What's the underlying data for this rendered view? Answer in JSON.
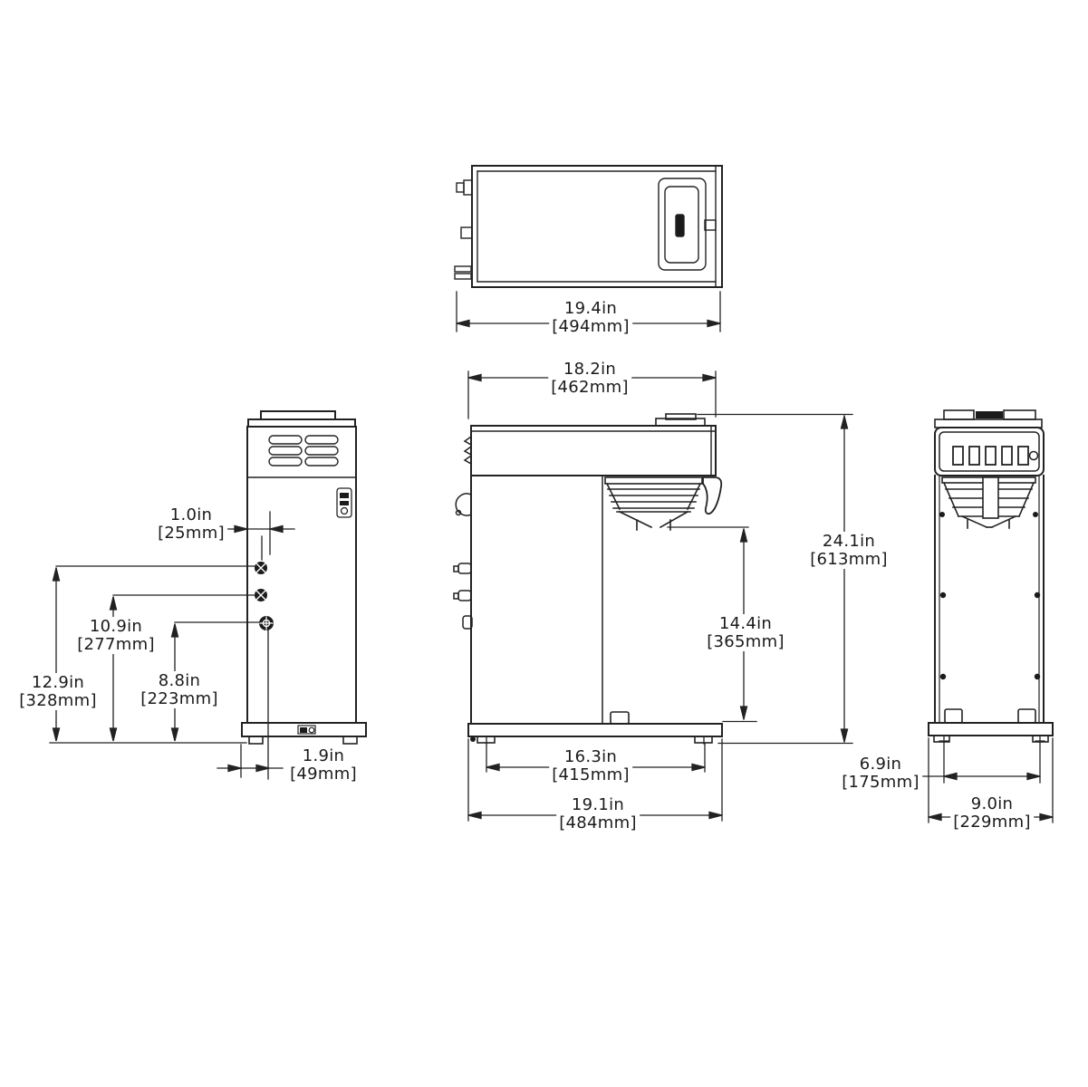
{
  "drawing": {
    "type": "technical-dimension-drawing",
    "subject": "pourover coffee brewer, four orthographic views",
    "ink_color": "#222222",
    "background_color": "#ffffff"
  },
  "dims": {
    "overall_depth_top": {
      "in": "19.4in",
      "mm": "[494mm]"
    },
    "body_depth": {
      "in": "18.2in",
      "mm": "[462mm]"
    },
    "overall_height": {
      "in": "24.1in",
      "mm": "[613mm]"
    },
    "funnel_clearance": {
      "in": "14.4in",
      "mm": "[365mm]"
    },
    "foot_span_depth": {
      "in": "16.3in",
      "mm": "[415mm]"
    },
    "base_depth": {
      "in": "19.1in",
      "mm": "[484mm]"
    },
    "foot_span_width": {
      "in": "6.9in",
      "mm": "[175mm]"
    },
    "base_width": {
      "in": "9.0in",
      "mm": "[229mm]"
    },
    "inlet_offset": {
      "in": "1.0in",
      "mm": "[25mm]"
    },
    "cord_offset": {
      "in": "1.9in",
      "mm": "[49mm]"
    },
    "inlet_height_upper": {
      "in": "12.9in",
      "mm": "[328mm]"
    },
    "inlet_height_mid": {
      "in": "10.9in",
      "mm": "[277mm]"
    },
    "inlet_height_lower": {
      "in": "8.8in",
      "mm": "[223mm]"
    }
  }
}
